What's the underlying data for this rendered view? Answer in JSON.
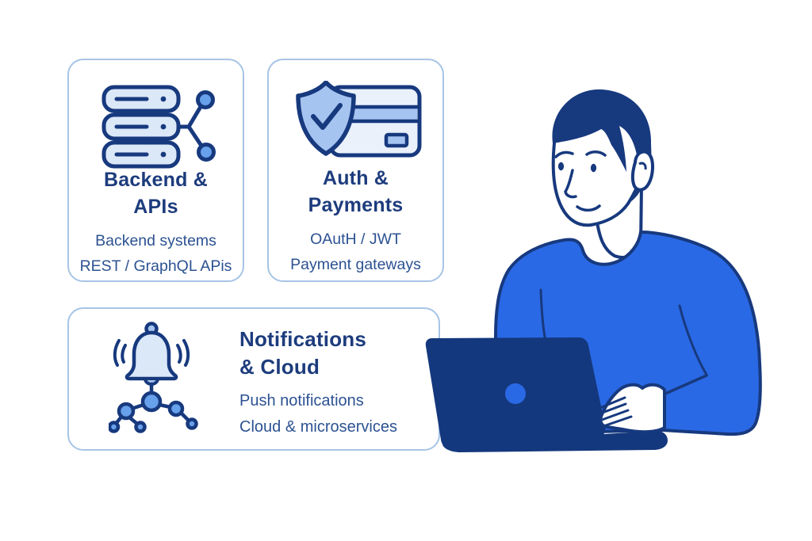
{
  "page": {
    "description": "Infographic with three feature cards beside an illustration of a man working on a laptop",
    "background_color": "#ffffff"
  },
  "cards": [
    {
      "name": "backend-apis",
      "icon": "server-network-icon",
      "title_line1": "Backend &",
      "title_line2": "APIs",
      "sub_line1": "Backend systems",
      "sub_line2": "REST / GraphQL APis"
    },
    {
      "name": "auth-payments",
      "icon": "shield-card-icon",
      "title_line1": "Auth &",
      "title_line2": "Payments",
      "sub_line1": "OAutH / JWT",
      "sub_line2": "Payment gateways"
    },
    {
      "name": "notifications-cloud",
      "icon": "bell-network-icon",
      "title_line1": "Notifications",
      "title_line2": "& Cloud",
      "sub_line1": "Push notifications",
      "sub_line2": "Cloud & microservices"
    }
  ],
  "illustration": {
    "name": "man-working-on-laptop"
  },
  "colors": {
    "card_border": "#a6c4e6",
    "card_background": "#ffffff",
    "title_text": "#1d3c7d",
    "body_text": "#2c5292",
    "outline_navy": "#17397e",
    "icon_fill_light": "#dbe8f8",
    "icon_fill_medium": "#a6c4f0",
    "icon_node_blue": "#67a0eb",
    "sweater_blue": "#2a69e5",
    "laptop_navy": "#14387d"
  }
}
